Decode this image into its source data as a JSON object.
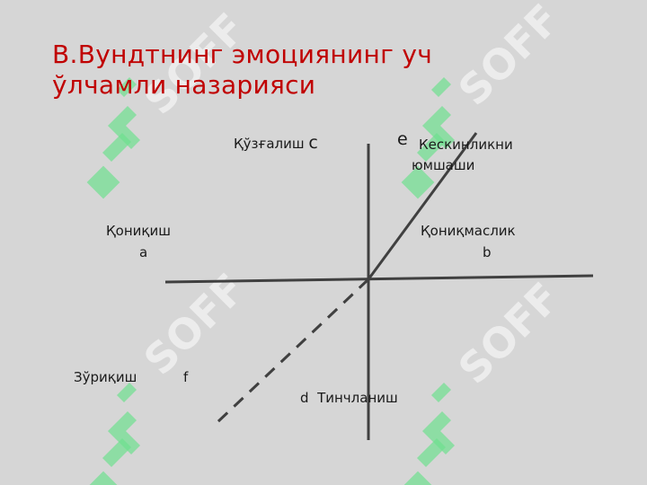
{
  "slide": {
    "title_line1": "В.Вундтнинг эмоциянинг уч",
    "title_line2": "ўлчамли назарияси"
  },
  "diagram": {
    "axis_labels": {
      "c_text": "Қўзғалиш",
      "c_letter": "c",
      "e_letter": "e",
      "e_text_line1": "Кескинликни",
      "e_text_line2": "юмшаши",
      "a_text": "Қониқиш",
      "a_letter": "a",
      "b_text": "Қониқмаслик",
      "b_letter": "b",
      "f_text": "Зўриқиш",
      "f_letter": "f",
      "d_letter": "d",
      "d_text": "Тинчланиш"
    }
  },
  "watermark": {
    "text": "SOFF",
    "color": "#2ecc71"
  },
  "colors": {
    "background": "#d6d6d6",
    "title": "#c00000",
    "axis_line": "#404040",
    "watermark_green": "#2ecc71"
  }
}
